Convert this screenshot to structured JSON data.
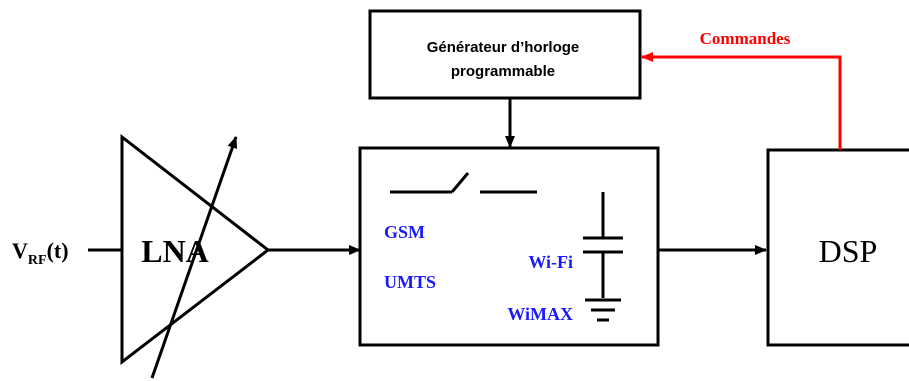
{
  "input": {
    "label_v": "V",
    "label_sub": "RF",
    "label_t": "(t)"
  },
  "lna": {
    "label": "LNA"
  },
  "clock_generator": {
    "line1": "Générateur d’horloge",
    "line2": "programmable"
  },
  "commands": {
    "label": "Commandes"
  },
  "sampler": {
    "standards_left": [
      "GSM",
      "UMTS"
    ],
    "standards_right": [
      "Wi-Fi",
      "WiMAX"
    ]
  },
  "dsp": {
    "label": "DSP"
  },
  "colors": {
    "stroke": "#000000",
    "blue_text": "#1a1aff",
    "red": "#ff0000"
  }
}
